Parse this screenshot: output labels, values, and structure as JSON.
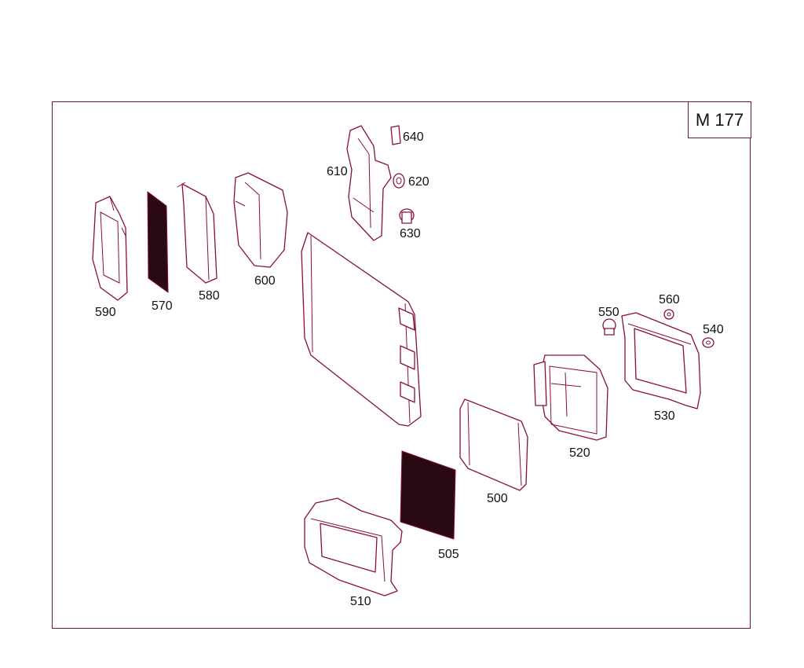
{
  "model": "M 177",
  "parts": [
    {
      "id": "p590",
      "number": "590"
    },
    {
      "id": "p570",
      "number": "570"
    },
    {
      "id": "p580",
      "number": "580"
    },
    {
      "id": "p600",
      "number": "600"
    },
    {
      "id": "p610",
      "number": "610"
    },
    {
      "id": "p640",
      "number": "640"
    },
    {
      "id": "p620",
      "number": "620"
    },
    {
      "id": "p630",
      "number": "630"
    },
    {
      "id": "p550",
      "number": "550"
    },
    {
      "id": "p560",
      "number": "560"
    },
    {
      "id": "p540",
      "number": "540"
    },
    {
      "id": "p530",
      "number": "530"
    },
    {
      "id": "p520",
      "number": "520"
    },
    {
      "id": "p500",
      "number": "500"
    },
    {
      "id": "p505",
      "number": "505"
    },
    {
      "id": "p510",
      "number": "510"
    }
  ],
  "colors": {
    "line": "#8a1030",
    "frame": "#6b1a2a"
  }
}
